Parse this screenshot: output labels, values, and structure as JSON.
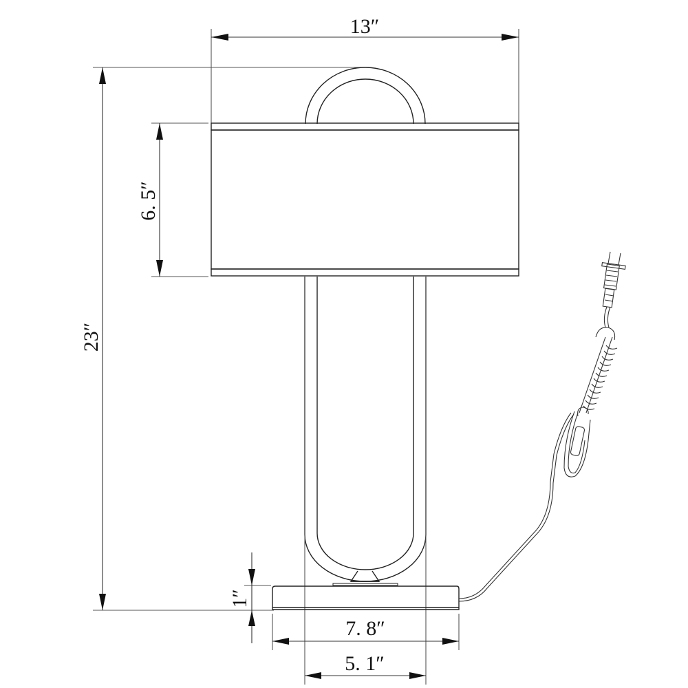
{
  "diagram": {
    "subject": "Table lamp dimension drawing",
    "colors": {
      "background": "#ffffff",
      "lines": "#222222",
      "text": "#111111"
    },
    "dimensions": {
      "shade_width": {
        "label": "13″",
        "value": 13,
        "unit": "in"
      },
      "shade_height": {
        "label": "6. 5″",
        "value": 6.5,
        "unit": "in"
      },
      "total_height": {
        "label": "23″",
        "value": 23,
        "unit": "in"
      },
      "base_height": {
        "label": "1″",
        "value": 1,
        "unit": "in"
      },
      "base_width": {
        "label": "7. 8″",
        "value": 7.8,
        "unit": "in"
      },
      "frame_width": {
        "label": "5. 1″",
        "value": 5.1,
        "unit": "in"
      }
    },
    "parts": [
      "top-loop",
      "drum-shade",
      "oval-frame",
      "base",
      "power-cord",
      "inline-switch",
      "plug"
    ]
  }
}
